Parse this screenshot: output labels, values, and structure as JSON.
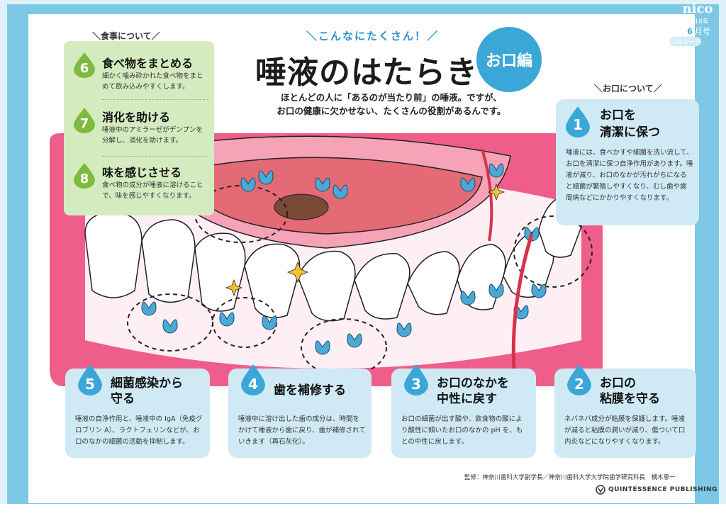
{
  "header": {
    "tagline": "＼こんなにたくさん！／",
    "title": "唾液のはたらき",
    "badge": "お口編",
    "intro_line1": "ほとんどの人に「あるのが当たり前」の唾液。ですが、",
    "intro_line2": "お口の健康に欠かせない、たくさんの役割があるんです。"
  },
  "magazine": {
    "name": "nico",
    "year": "2018年",
    "month_num": "6",
    "month_label": "月号",
    "card": "付録カード"
  },
  "meal_section": {
    "label": "＼食事について／",
    "items": [
      {
        "num": "6",
        "title": "食べ物をまとめる",
        "desc": "細かく噛み砕かれた食べ物をまとめて飲み込みやすくします。"
      },
      {
        "num": "7",
        "title": "消化を助ける",
        "desc": "唾液中のアミラーゼがデンプンを分解し、消化を助けます。"
      },
      {
        "num": "8",
        "title": "味を感じさせる",
        "desc": "食べ物の成分が唾液に溶けることで、味を感じやすくなります。"
      }
    ]
  },
  "mouth_section": {
    "label": "＼お口について／"
  },
  "cards": [
    {
      "num": "1",
      "title1": "お口を",
      "title2": "清潔に保つ",
      "desc": "唾液には、食べかすや細菌を洗い流して、お口を清潔に保つ自浄作用があります。唾液が減り、お口のなかが汚れがちになると細菌が繁殖しやすくなり、むし歯や歯周病などにかかりやすくなります。"
    },
    {
      "num": "2",
      "title1": "お口の",
      "title2": "粘膜を守る",
      "desc": "ネバネバ成分が粘膜を保護します。唾液が減ると粘膜の潤いが減り、傷ついて口内炎などになりやすくなります。"
    },
    {
      "num": "3",
      "title1": "お口のなかを",
      "title2": "中性に戻す",
      "desc": "お口の細菌が出す酸や、飲食物の酸により酸性に傾いたお口のなかの pH を、もとの中性に戻します。"
    },
    {
      "num": "4",
      "title1": "歯を補修する",
      "title2": "",
      "desc": "唾液中に溶け出した歯の成分は、時間をかけて唾液から歯に戻り、歯が補修されていきます（再石灰化）。"
    },
    {
      "num": "5",
      "title1": "細菌感染から",
      "title2": "守る",
      "desc": "唾液の自浄作用と、唾液中の IgA（免疫グロブリン A）、ラクトフェリンなどが、お口のなかの細菌の活動を抑制します。"
    }
  ],
  "footer": {
    "credit": "監修：神奈川歯科大学副学長／神奈川歯科大学大学院歯学研究科長　槻木恵一",
    "publisher": "QUINTESSENCE PUBLISHING"
  },
  "colors": {
    "blue": "#3ba6d8",
    "green": "#7dbb3e",
    "pink": "#ef5e8a",
    "card_bg": "#cfeaf4",
    "green_bg": "#d4ebc0"
  }
}
